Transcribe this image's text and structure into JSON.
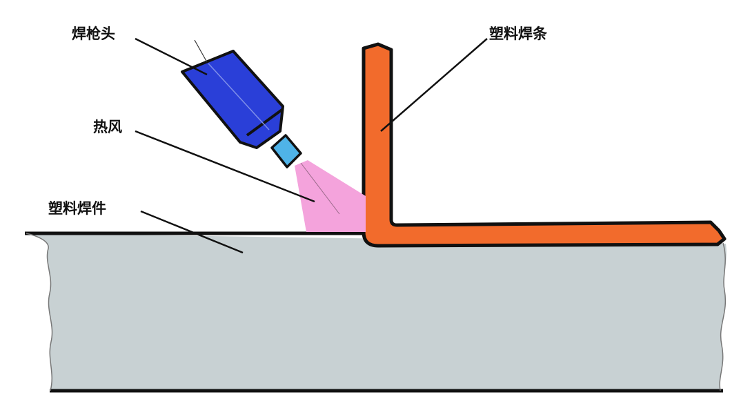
{
  "labels": {
    "torch": "焊枪头",
    "hot_air": "热风",
    "workpiece": "塑料焊件",
    "welding_rod": "塑料焊条"
  },
  "colors": {
    "torch_body": "#2a3fd8",
    "torch_outline": "#111111",
    "nozzle_tip": "#4fb3e8",
    "hot_air": "#f4a3dc",
    "welding_rod": "#f26b2c",
    "workpiece": "#c8d1d3",
    "line": "#111111"
  },
  "icons": {
    "torch": "heat-gun-nozzle",
    "hot_air": "air-stream-cone"
  }
}
